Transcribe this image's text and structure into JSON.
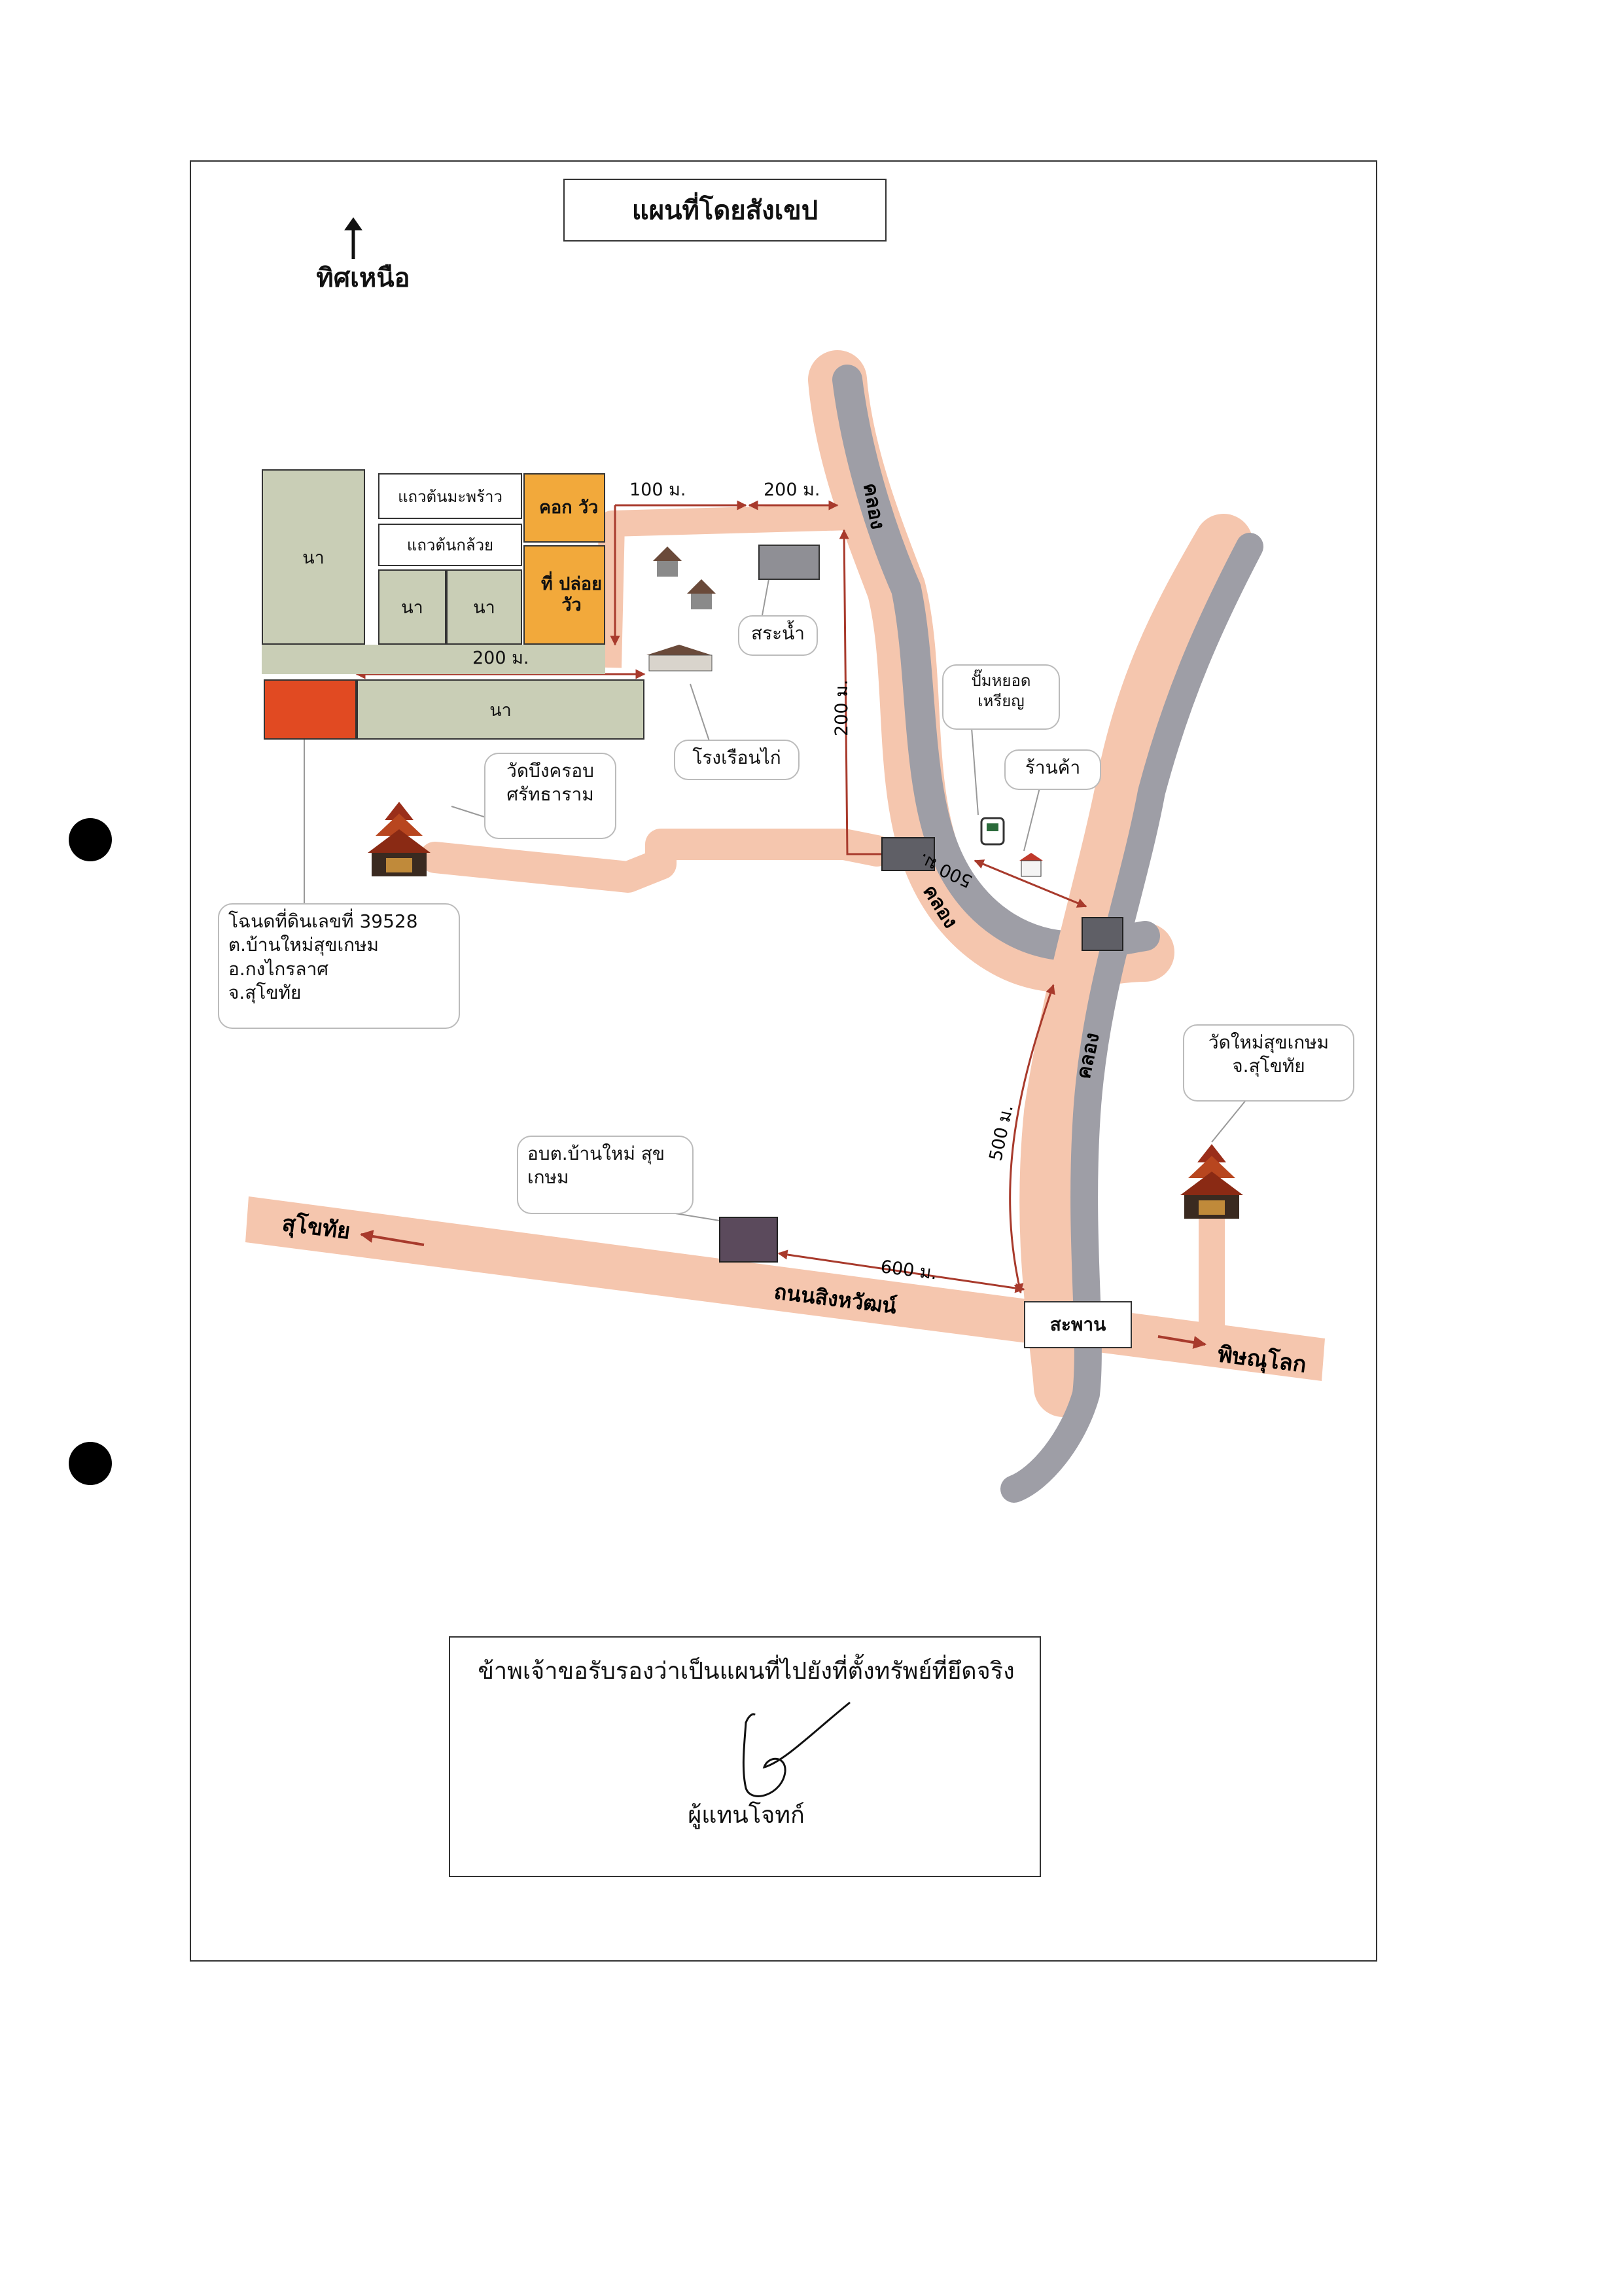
{
  "title": "แผนที่โดยสังเขป",
  "north_label": "ทิศเหนือ",
  "plots": {
    "rice_left": "นา",
    "coconut_row": "แถวต้นมะพร้าว",
    "banana_row": "แถวต้นกล้วย",
    "rice_mid_1": "นา",
    "rice_mid_2": "นา",
    "cattle_pen": "คอก วัว",
    "cattle_pasture": "ที่ ปล่อย วัว",
    "rice_bottom": "นา"
  },
  "distances": {
    "d_100": "100 ม.",
    "d_200_top": "200 ม.",
    "d_200_mid": "200 ม.",
    "d_200_vert": "200 ม.",
    "d_500_diag": "500 ม.",
    "d_500_vert": "500 ม.",
    "d_600": "600 ม."
  },
  "places": {
    "pond": "สระน้ำ",
    "chicken_house": "โรงเรือนไก่",
    "gas_pump": "ปั๊มหยอด เหรียญ",
    "shop": "ร้านค้า",
    "temple_nw": "วัดบึงครอบ ศรัทธาราม",
    "temple_se": "วัดใหม่สุขเกษม จ.สุโขทัย",
    "sao": "อบต.บ้านใหม่ สุขเกษม",
    "bridge": "สะพาน",
    "road_name": "ถนนสิงหวัฒน์",
    "to_sukhothai": "สุโขทัย",
    "to_phitsanulok": "พิษณุโลก",
    "canal": "คลอง"
  },
  "deed": {
    "line1": "โฉนดที่ดินเลขที่ 39528",
    "line2": "ต.บ้านใหม่สุขเกษม",
    "line3": "อ.กงไกรลาศ",
    "line4": "จ.สุโขทัย"
  },
  "certification": {
    "statement": "ข้าพเจ้าขอรับรองว่าเป็นแผนที่ไปยังที่ตั้งทรัพย์ที่ยึดจริง",
    "signer": "ผู้แทนโจทก์"
  },
  "colors": {
    "road": "#f5c6ae",
    "canal": "#9e9ea6",
    "plot_green": "#c9ceb6",
    "plot_orange": "#f2a93b",
    "deed_plot": "#e14a22",
    "arrow": "#a83a2c",
    "sao_building": "#5b4a5c"
  }
}
